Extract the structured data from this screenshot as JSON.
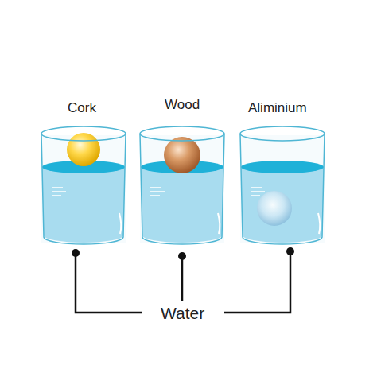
{
  "diagram": {
    "labels": [
      "Cork",
      "Wood",
      "Aliminium",
      "Water"
    ]
  }
}
